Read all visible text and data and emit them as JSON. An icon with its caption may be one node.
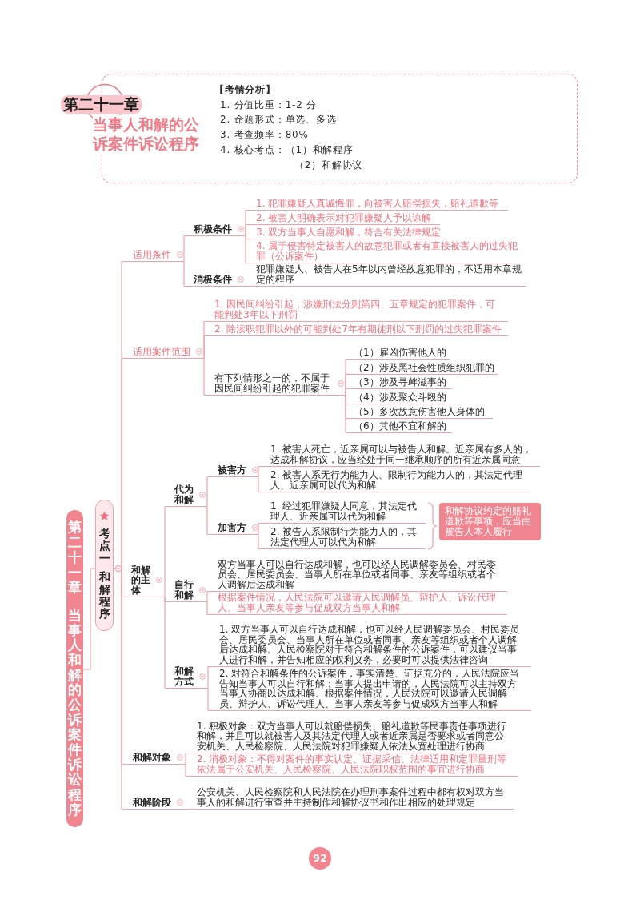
{
  "diagram": {
    "nodes": [
      {
        "text": [
          "【考情分析】",
          "1. 分值比重：1-2 分",
          "2. 命题形式：单选、多选",
          "3. 考查频率：80%",
          "4. 核心考点：（1）和解程序",
          "（2）和解协议"
        ]
      },
      {
        "text": [
          "第二十一章",
          "当事人和解的公诉案件诉讼程序"
        ]
      },
      {
        "text": [
          "考点一",
          "和解程序"
        ]
      },
      {
        "text": [
          "适用条件"
        ]
      },
      {
        "text": [
          "积极条件"
        ]
      },
      {
        "text": [
          "1. 犯罪嫌疑人真诚悔罪，向被害人赔偿损失，赔礼道歉等"
        ]
      },
      {
        "text": [
          "2. 被害人明确表示对犯罪嫌疑人予以谅解"
        ]
      },
      {
        "text": [
          "3. 双方当事人自愿和解，符合有关法律规定"
        ]
      },
      {
        "text": [
          "4. 属于侵害特定被害人的故意犯罪或者有直接被害人的过失犯罪（公诉案件）"
        ]
      },
      {
        "text": [
          "消极条件"
        ]
      },
      {
        "text": [
          "犯罪嫌疑人、被告人在5年以内曾经故意犯罪的，不适用本章规定的程序"
        ]
      },
      {
        "text": [
          "适用案件范围"
        ]
      },
      {
        "text": [
          "1. 因民间纠纷引起，涉嫌刑法分则第四、五章规定的犯罪案件，可能判处3年以下刑罚"
        ]
      },
      {
        "text": [
          "2. 除渎职犯罪以外的可能判处7年有期徒刑以下刑罚的过失犯罪案件"
        ]
      },
      {
        "text": [
          "有下列情形之一的，不属于因民间纠纷引起的犯罪案件"
        ]
      },
      {
        "text": [
          "（1）雇凶伤害他人的"
        ]
      },
      {
        "text": [
          "（2）涉及黑社会性质组织犯罪的"
        ]
      },
      {
        "text": [
          "（3）涉及寻衅滋事的"
        ]
      },
      {
        "text": [
          "（4）涉及聚众斗殴的"
        ]
      },
      {
        "text": [
          "（5）多次故意伤害他人身体的"
        ]
      },
      {
        "text": [
          "（6）其他不宜和解的"
        ]
      },
      {
        "text": [
          "和解的主体"
        ]
      },
      {
        "text": [
          "代为和解"
        ]
      },
      {
        "text": [
          "被害方"
        ]
      },
      {
        "text": [
          "1. 被害人死亡，近亲属可以与被告人和解。近亲属有多人的，达成和解协议，应当经处于同一继承顺序的所有近亲属同意"
        ]
      },
      {
        "text": [
          "2. 被害人系无行为能力人、限制行为能力人的，其法定代理人、近亲属可以代为和解"
        ]
      },
      {
        "text": [
          "加害方"
        ]
      },
      {
        "text": [
          "1. 经过犯罪嫌疑人同意，其法定代理人、近亲属可以代为和解"
        ]
      },
      {
        "text": [
          "2. 被告人系限制行为能力人的，其法定代理人可以代为和解"
        ]
      },
      {
        "text": [
          "和解协议约定的赔礼道歉等事项，应当由被告人本人履行"
        ]
      },
      {
        "text": [
          "自行和解"
        ]
      },
      {
        "text": [
          "双方当事人可以自行达成和解，也可以经人民调解委员会、村民委员会、居民委员会、当事人所在单位或者同事、亲友等组织或者个人调解后达成和解"
        ]
      },
      {
        "text": [
          "根据案件情况，人民法院可以邀请人民调解员、辩护人、诉讼代理人、当事人亲友等参与促成双方当事人和解"
        ]
      },
      {
        "text": [
          "和解方式"
        ]
      },
      {
        "text": [
          "1. 双方当事人可以自行达成和解，也可以经人民调解委员会、村民委员会、居民委员会、当事人所在单位或者同事、亲友等组织或者个人调解后达成和解。人民检察院对于符合和解条件的公诉案件，可以建议当事人进行和解，并告知相应的权利义务，必要时可以提供法律咨询"
        ]
      },
      {
        "text": [
          "2. 对符合和解条件的公诉案件，事实清楚、证据充分的，人民法院应当告知当事人可以自行和解；当事人提出申请的，人民法院可以主持双方当事人协商以达成和解。根据案件情况，人民法院可以邀请人民调解员、辩护人、诉讼代理人、当事人亲友等参与促成双方当事人和解"
        ]
      },
      {
        "text": [
          "和解对象"
        ]
      },
      {
        "text": [
          "1. 积极对象：双方当事人可以就赔偿损失、赔礼道歉等民事责任事项进行和解，并且可以就被害人及其法定代理人或者近亲属是否要求或者同意公安机关、人民检察院、人民法院对犯罪嫌疑人依法从宽处理进行协商"
        ]
      },
      {
        "text": [
          "2. 消极对象：不得对案件的事实认定、证据采信、法律适用和定罪量刑等依法属于公安机关、人民检察院、人民法院职权范围的事宜进行协商"
        ]
      },
      {
        "text": [
          "和解阶段"
        ]
      },
      {
        "text": [
          "公安机关、人民检察院和人民法院在办理刑事案件过程中都有权对双方当事人的和解进行审查并主持制作和解协议书和作出相应的处理规定"
        ]
      }
    ],
    "edges": [
      {
        "from": 1,
        "to": 2,
        "arrow": "none"
      },
      {
        "from": 2,
        "to": 3,
        "arrow": "other"
      },
      {
        "from": 2,
        "to": 11,
        "arrow": "other"
      },
      {
        "from": 2,
        "to": 21,
        "arrow": "other"
      },
      {
        "from": 2,
        "to": 36,
        "arrow": "other"
      },
      {
        "from": 2,
        "to": 39,
        "arrow": "other"
      },
      {
        "from": 3,
        "to": 4,
        "arrow": "none"
      },
      {
        "from": 3,
        "to": 9,
        "arrow": "none"
      },
      {
        "from": 4,
        "to": 5,
        "arrow": "none"
      },
      {
        "from": 4,
        "to": 6,
        "arrow": "none"
      },
      {
        "from": 4,
        "to": 7,
        "arrow": "none"
      },
      {
        "from": 4,
        "to": 8,
        "arrow": "none"
      },
      {
        "from": 9,
        "to": 10,
        "arrow": "none"
      },
      {
        "from": 11,
        "to": 12,
        "arrow": "none"
      },
      {
        "from": 11,
        "to": 13,
        "arrow": "none"
      },
      {
        "from": 11,
        "to": 14,
        "arrow": "none"
      },
      {
        "from": 14,
        "to": 15,
        "arrow": "none"
      },
      {
        "from": 14,
        "to": 16,
        "arrow": "none"
      },
      {
        "from": 14,
        "to": 17,
        "arrow": "none"
      },
      {
        "from": 14,
        "to": 18,
        "arrow": "none"
      },
      {
        "from": 14,
        "to": 19,
        "arrow": "none"
      },
      {
        "from": 14,
        "to": 20,
        "arrow": "none"
      },
      {
        "from": 21,
        "to": 22,
        "arrow": "none"
      },
      {
        "from": 21,
        "to": 30,
        "arrow": "none"
      },
      {
        "from": 21,
        "to": 33,
        "arrow": "none"
      },
      {
        "from": 22,
        "to": 23,
        "arrow": "none"
      },
      {
        "from": 22,
        "to": 26,
        "arrow": "none"
      },
      {
        "from": 23,
        "to": 24,
        "arrow": "none"
      },
      {
        "from": 23,
        "to": 25,
        "arrow": "none"
      },
      {
        "from": 26,
        "to": 27,
        "arrow": "none"
      },
      {
        "from": 26,
        "to": 28,
        "arrow": "none"
      },
      {
        "from": 30,
        "to": 31,
        "arrow": "none"
      },
      {
        "from": 30,
        "to": 32,
        "arrow": "none"
      },
      {
        "from": 33,
        "to": 34,
        "arrow": "none"
      },
      {
        "from": 33,
        "to": 35,
        "arrow": "none"
      },
      {
        "from": 36,
        "to": 37,
        "arrow": "none"
      },
      {
        "from": 36,
        "to": 38,
        "arrow": "none"
      },
      {
        "from": 39,
        "to": 40,
        "arrow": "none"
      }
    ],
    "labels": [
      "第二十一章",
      "当事人和解的公诉案件诉讼程序",
      "92"
    ]
  }
}
